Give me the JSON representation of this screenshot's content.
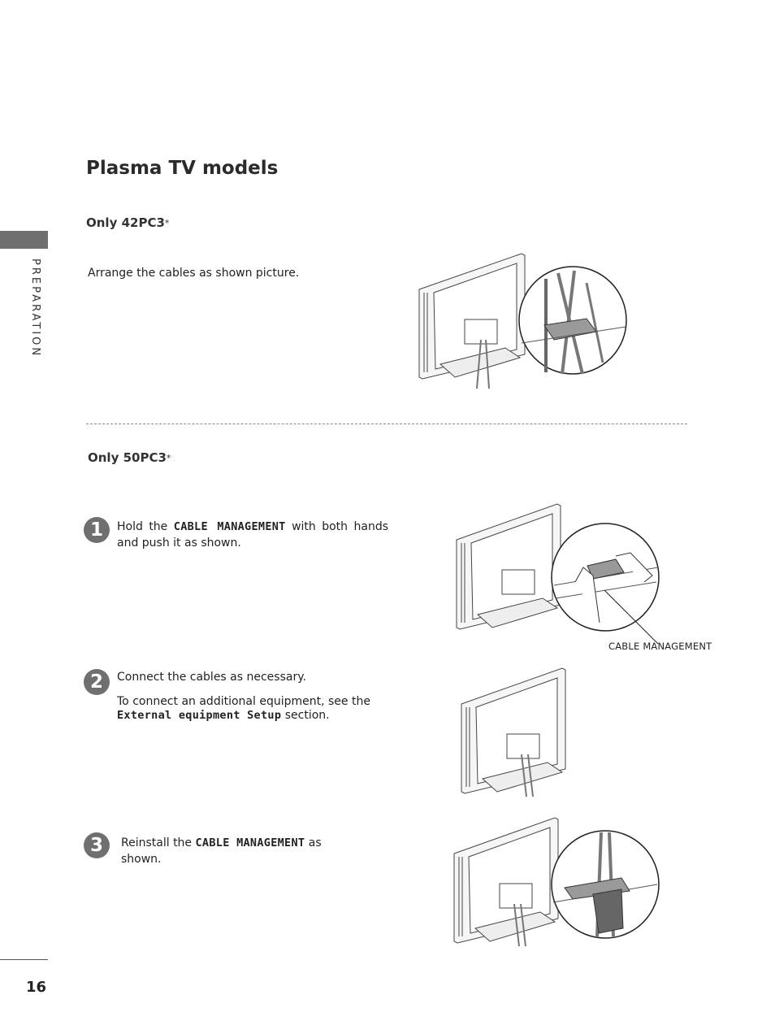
{
  "section_label": "PREPARATION",
  "page_number": "16",
  "title": "Plasma TV models",
  "section_42": {
    "heading": "Only 42PC3",
    "asterisk": "*",
    "instruction": "Arrange the cables as shown picture."
  },
  "section_50": {
    "heading": "Only 50PC3",
    "asterisk": "*",
    "steps": [
      {
        "number": "1",
        "text_before": "Hold the",
        "highlight": "CABLE MANAGEMENT",
        "text_after": "with both hands and push it as shown."
      },
      {
        "number": "2",
        "line1": "Connect the cables as necessary.",
        "line2_before": "To connect an additional equipment, see the",
        "highlight": "External equipment Setup",
        "line2_after": "section."
      },
      {
        "number": "3",
        "text_before": "Reinstall the",
        "highlight": "CABLE MANAGEMENT",
        "text_after": "as shown."
      }
    ],
    "figure_caption": "CABLE MANAGEMENT"
  }
}
